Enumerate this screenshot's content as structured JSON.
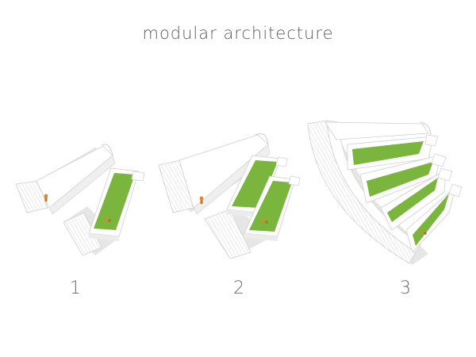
{
  "title": "modular architecture",
  "stages": [
    {
      "label": "1",
      "modules": 1
    },
    {
      "label": "2",
      "modules": 2
    },
    {
      "label": "3",
      "modules": 4
    }
  ],
  "colors": {
    "structure": "#ffffff",
    "structure_edge": "#d2d2d2",
    "shadow": "#e4e4e4",
    "lawn": "#7ab53e",
    "lawn_dark": "#5f9a2a",
    "figure": "#d98a2a",
    "text": "#5c5c5c"
  }
}
